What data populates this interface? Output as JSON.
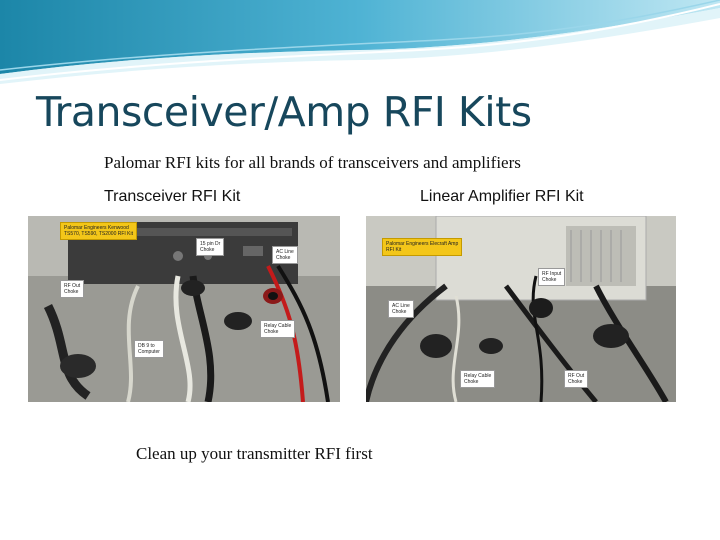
{
  "slide": {
    "title": "Transceiver/Amp RFI Kits",
    "subtitle": "Palomar RFI kits for all brands of transceivers and amplifiers",
    "captions": {
      "left": "Transceiver RFI Kit",
      "right": "Linear Amplifier RFI Kit"
    },
    "footer": "Clean up your transmitter RFI first"
  },
  "photo_left": {
    "labels": {
      "kit": "Palomar Engineers Kenwood\nTS570, TS590, TS2000 RFI Kit",
      "pin15": "15 pin Dr\nChoke",
      "acline": "AC Line\nChoke",
      "rfout": "RF Out\nChoke",
      "relay": "Relay Cable\nChoke",
      "db9": "DB 9 to\nComputer"
    }
  },
  "photo_right": {
    "labels": {
      "kit": "Palomar Engineers Elecraft Amp\nRFI Kit",
      "rfinput": "RF Input\nChoke",
      "acline": "AC Line\nChoke",
      "relay": "Relay Cable\nChoke",
      "rfout": "RF Out\nChoke"
    }
  },
  "colors": {
    "title": "#17475c",
    "wave_dark": "#1c86a8",
    "wave_light": "#8fd0e6",
    "label_yellow": "#f3c619"
  }
}
